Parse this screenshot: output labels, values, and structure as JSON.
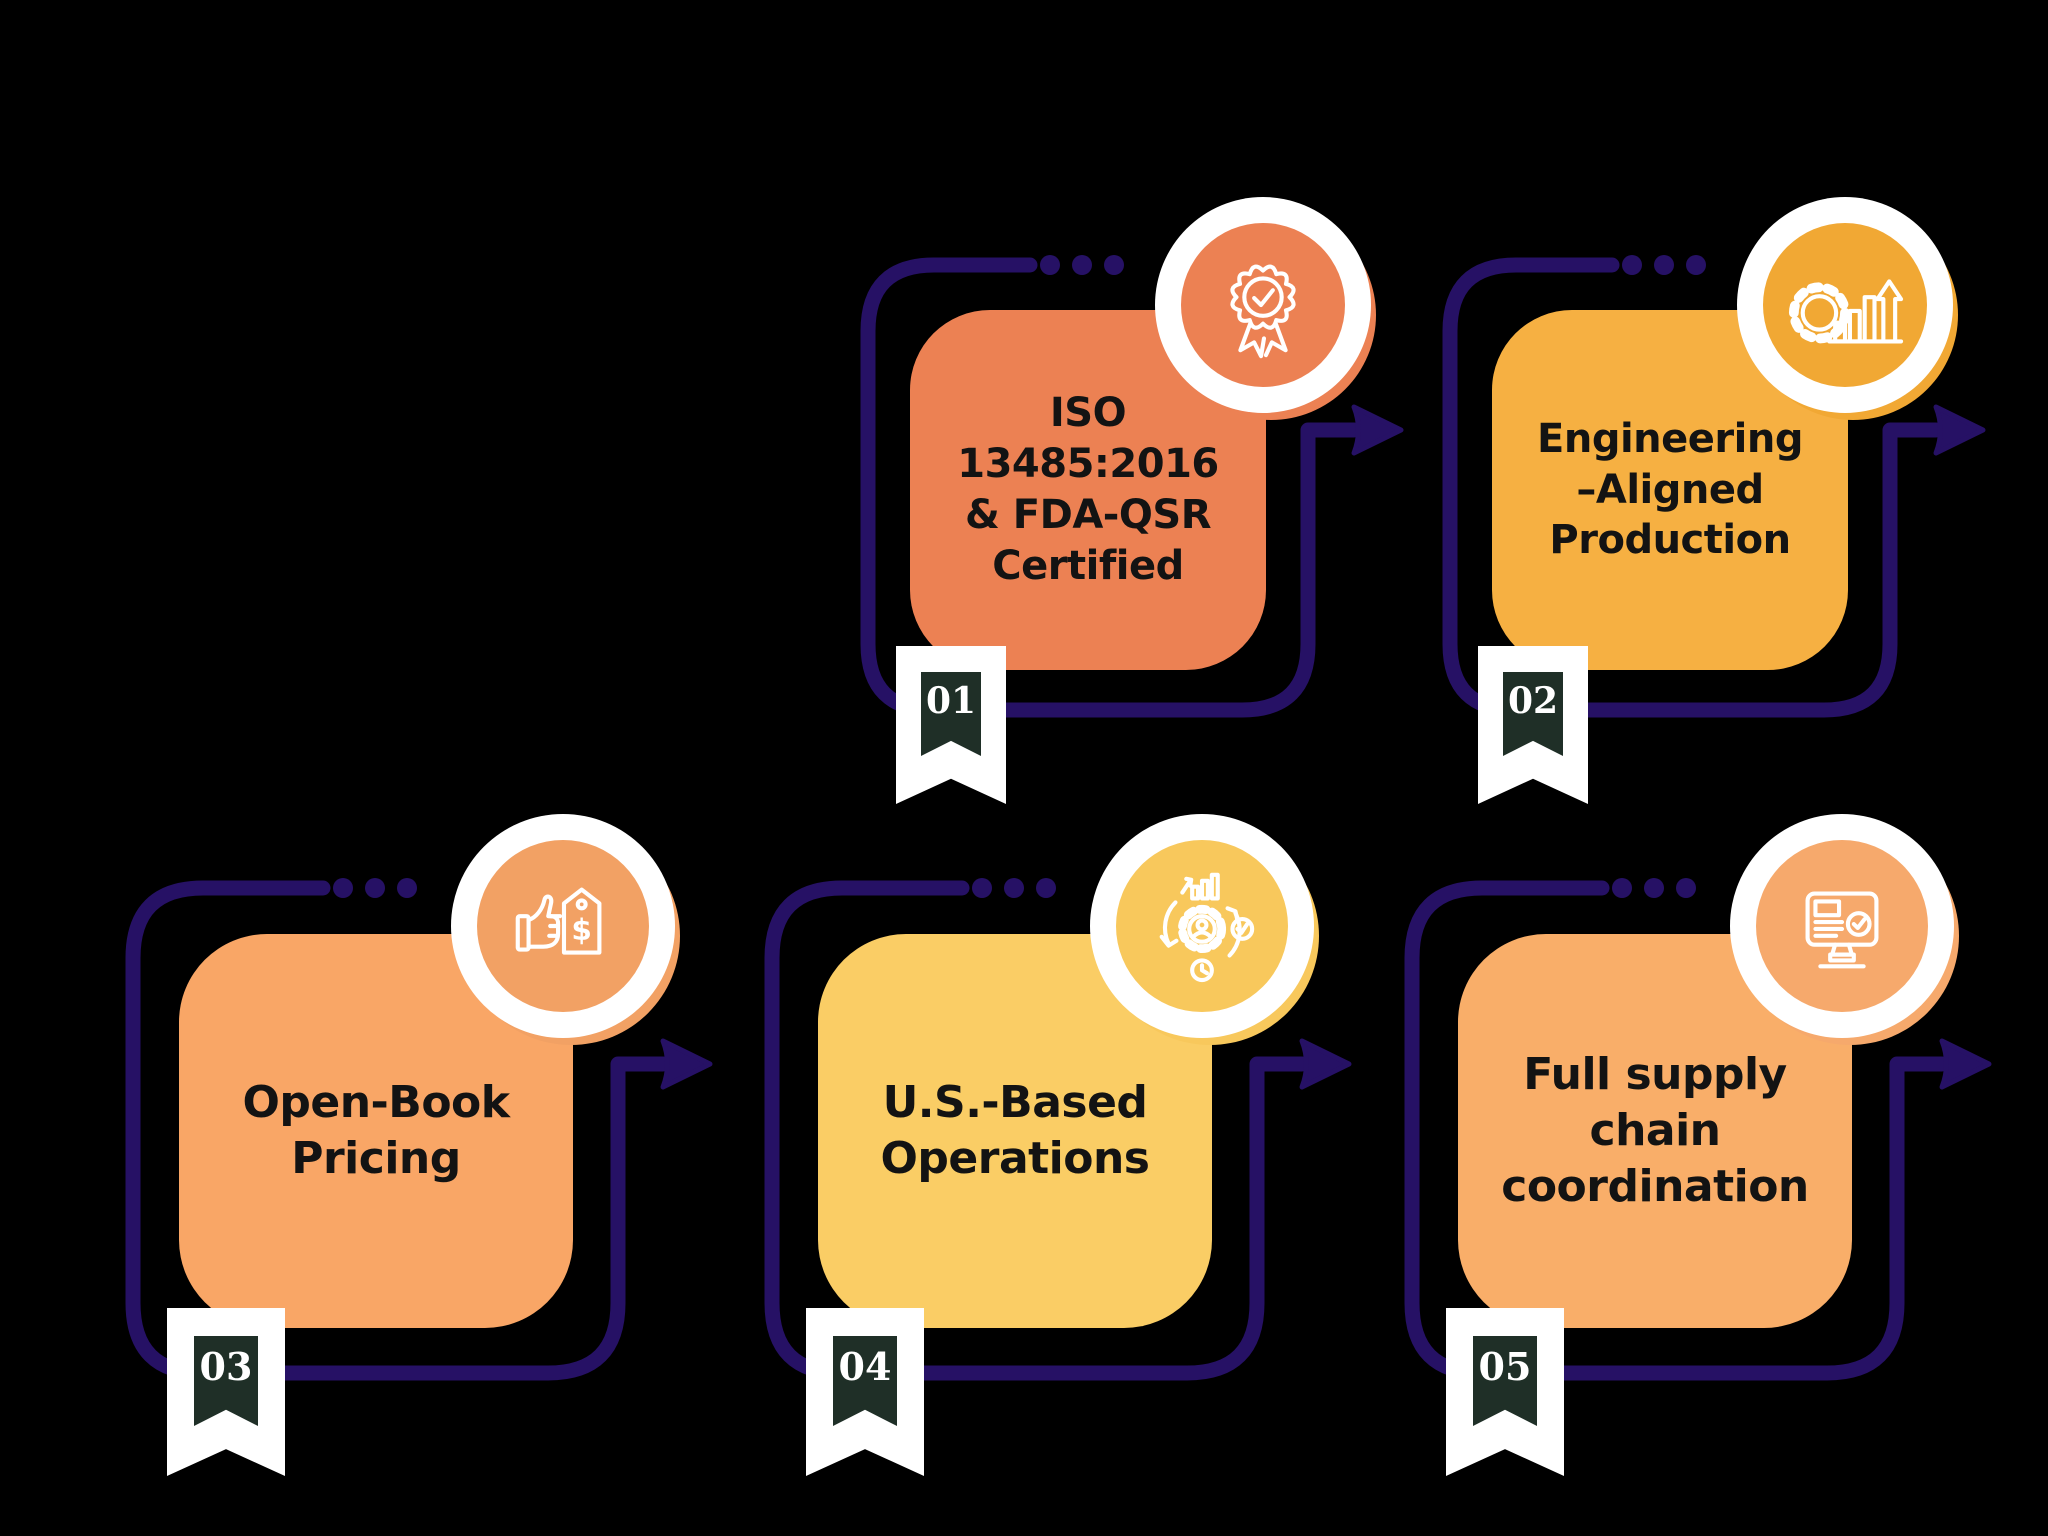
{
  "background": "#000000",
  "outline_color": "#261165",
  "title_color": "#131313",
  "ribbon": {
    "bg": "#FFFFFF",
    "inner_bg": "#1F2F27",
    "number_color": "#FFFFFF"
  },
  "cards": [
    {
      "number": "01",
      "title": "ISO\n13485:2016\n& FDA-QSR\nCertified",
      "card_color": "#EC8153",
      "icon_circle_color": "#EC8153",
      "icon": "award-badge-icon"
    },
    {
      "number": "02",
      "title": "Engineering\n–Aligned\nProduction",
      "card_color": "#F6B042",
      "icon_circle_color": "#F1A834",
      "icon": "gear-growth-chart-icon"
    },
    {
      "number": "03",
      "title": "Open-Book\nPricing",
      "card_color": "#F9A666",
      "icon_circle_color": "#F2A164",
      "icon": "thumbs-up-price-tag-icon"
    },
    {
      "number": "04",
      "title": "U.S.-Based\nOperations",
      "card_color": "#FACD65",
      "icon_circle_color": "#F8C85C",
      "icon": "process-gear-person-icon"
    },
    {
      "number": "05",
      "title": "Full supply\nchain\ncoordination",
      "card_color": "#F9AE69",
      "icon_circle_color": "#F6A96C",
      "icon": "monitor-checklist-icon"
    }
  ]
}
